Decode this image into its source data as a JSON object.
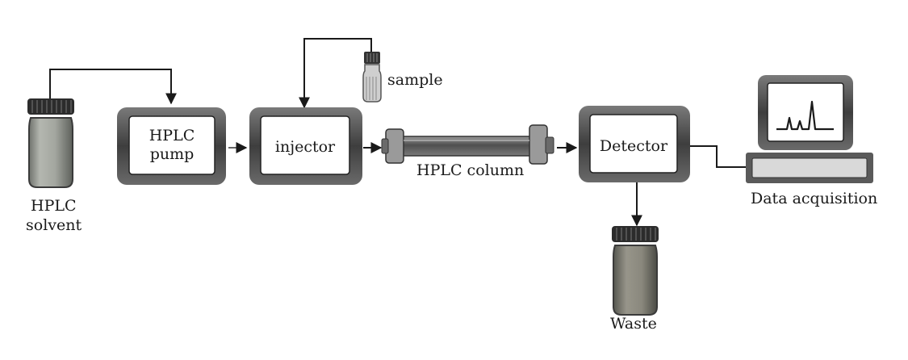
{
  "labels": {
    "solvent_line1": "HPLC",
    "solvent_line2": "solvent",
    "pump_line1": "HPLC",
    "pump_line2": "pump",
    "injector": "injector",
    "sample": "sample",
    "column": "HPLC column",
    "detector": "Detector",
    "data_acquisition": "Data acquisition",
    "waste": "Waste"
  },
  "colors": {
    "ink": "#1a1a1a",
    "box_frame": "#4a4a4a",
    "box_inner": "#ffffff",
    "bottle_body": "#a7aaa3",
    "bottle_cap": "#2c2c2c",
    "column_body": "#6e6e6e",
    "column_fitting": "#8b8b8b",
    "screen_frame": "#555555",
    "keyboard": "#d9d9d9"
  },
  "icons": [
    "solvent-bottle-icon",
    "sample-vial-icon",
    "column-icon",
    "computer-monitor-icon",
    "waste-bottle-icon"
  ]
}
